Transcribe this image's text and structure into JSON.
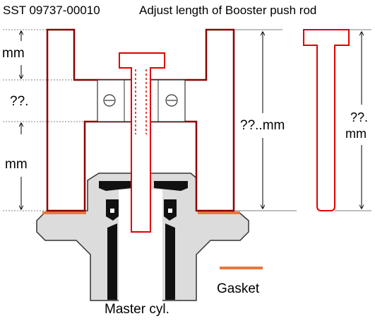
{
  "header": {
    "code": "SST 09737-00010",
    "title": "Adjust length of Booster push rod"
  },
  "dimensions": {
    "top_gap": "mm",
    "middle_gap": "??.",
    "bottom_gap": "mm",
    "overall": "??..mm",
    "rod_length_line1": "??.",
    "rod_length_line2": "mm"
  },
  "labels": {
    "gasket": "Gasket",
    "master_cylinder": "Master cyl."
  },
  "colors": {
    "tool_outline": "#8b0000",
    "rod_outline": "#e00000",
    "gasket": "#e8783c",
    "cylinder_fill": "#dcdcdc",
    "seal": "#111111"
  }
}
